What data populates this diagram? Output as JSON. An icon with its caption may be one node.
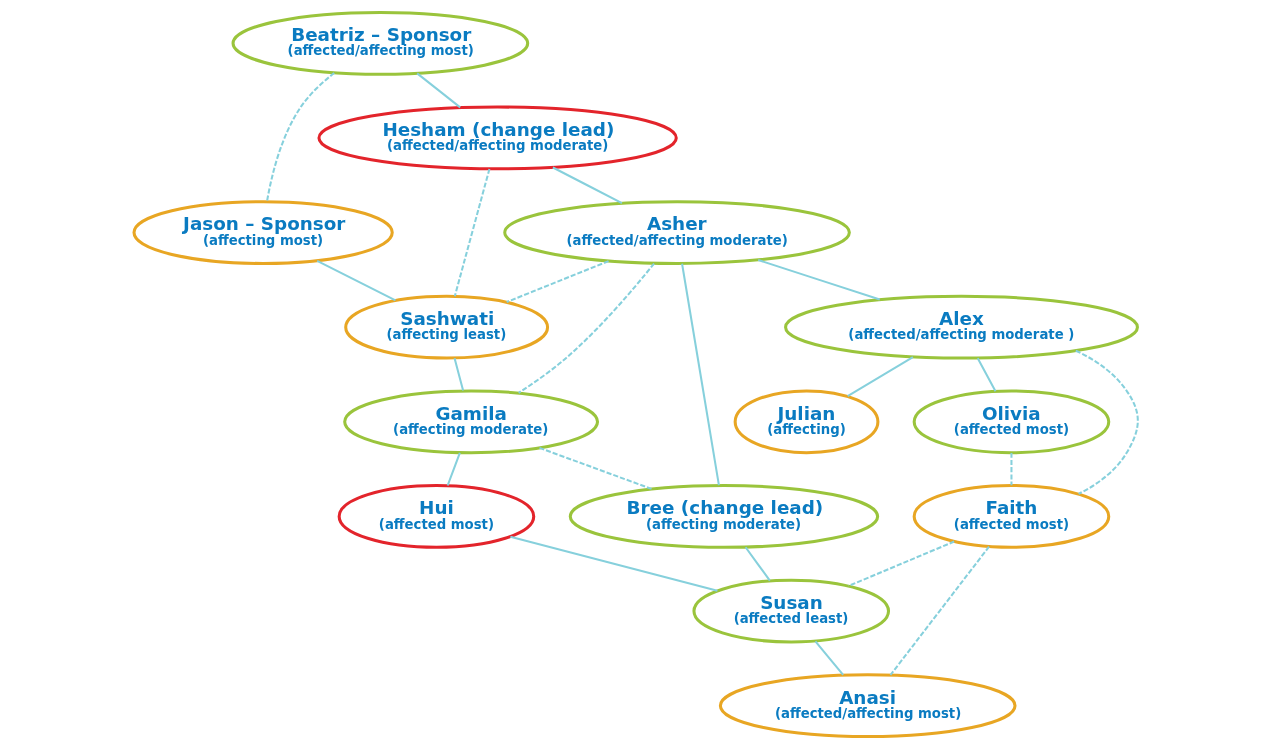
{
  "diagram": {
    "nodes": [
      {
        "text": [
          "Beatriz – Sponsor",
          "(affected/affecting most)"
        ]
      },
      {
        "text": [
          "Jason – Sponsor",
          "(affecting most)"
        ]
      },
      {
        "text": [
          "Hesham (change lead)",
          "(affected/affecting moderate)"
        ]
      },
      {
        "text": [
          "Sashwati",
          "(affecting least)"
        ]
      },
      {
        "text": [
          "Asher",
          "(affected/affecting moderate)"
        ]
      },
      {
        "text": [
          "Gamila",
          "(affecting moderate)"
        ]
      },
      {
        "text": [
          "Alex",
          "(affected/affecting moderate )"
        ]
      },
      {
        "text": [
          "Bree (change lead)",
          "(affecting moderate)"
        ]
      },
      {
        "text": [
          "Hui",
          "(affected most)"
        ]
      },
      {
        "text": [
          "Julian",
          "(affecting)"
        ]
      },
      {
        "text": [
          "Susan",
          "(affected least)"
        ]
      },
      {
        "text": [
          "Olivia",
          "(affected most)"
        ]
      },
      {
        "text": [
          "Faith",
          "(affected most)"
        ]
      },
      {
        "text": [
          "Anasi",
          "(affected/affecting most)"
        ]
      }
    ],
    "edges": [
      {
        "from": 0,
        "to": 1,
        "arrow": "none",
        "style": "dashed"
      },
      {
        "from": 0,
        "to": 2,
        "arrow": "none"
      },
      {
        "from": 2,
        "to": 3,
        "arrow": "none",
        "style": "dashed"
      },
      {
        "from": 1,
        "to": 3,
        "arrow": "none"
      },
      {
        "from": 2,
        "to": 4,
        "arrow": "none"
      },
      {
        "from": 4,
        "to": 3,
        "arrow": "none",
        "style": "dashed"
      },
      {
        "from": 4,
        "to": 5,
        "arrow": "none",
        "style": "dashed"
      },
      {
        "from": 3,
        "to": 5,
        "arrow": "none"
      },
      {
        "from": 4,
        "to": 6,
        "arrow": "none"
      },
      {
        "from": 4,
        "to": 7,
        "arrow": "none"
      },
      {
        "from": 5,
        "to": 7,
        "arrow": "none",
        "style": "dashed"
      },
      {
        "from": 5,
        "to": 8,
        "arrow": "none"
      },
      {
        "from": 7,
        "to": 10,
        "arrow": "none"
      },
      {
        "from": 8,
        "to": 10,
        "arrow": "none"
      },
      {
        "from": 6,
        "to": 11,
        "arrow": "none"
      },
      {
        "from": 6,
        "to": 9,
        "arrow": "none"
      },
      {
        "from": 6,
        "to": 12,
        "arrow": "none",
        "style": "dashed"
      },
      {
        "from": 11,
        "to": 12,
        "arrow": "none",
        "style": "dashed"
      },
      {
        "from": 12,
        "to": 10,
        "arrow": "none",
        "style": "dashed"
      },
      {
        "from": 12,
        "to": 13,
        "arrow": "none",
        "style": "dashed"
      },
      {
        "from": 10,
        "to": 13,
        "arrow": "none"
      }
    ]
  }
}
